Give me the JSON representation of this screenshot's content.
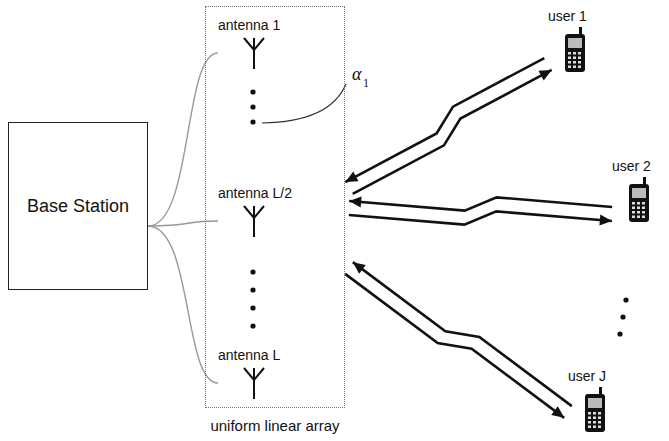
{
  "diagram": {
    "nodes": [
      {
        "text": [
          "Base Station"
        ]
      },
      {
        "text": [
          "uniform linear array"
        ]
      },
      {
        "text": [
          "antenna 1"
        ],
        "in": 1
      },
      {
        "text": [
          "antenna L/2"
        ],
        "in": 1
      },
      {
        "text": [
          "antenna L"
        ],
        "in": 1
      },
      {
        "text": [
          "user 1"
        ]
      },
      {
        "text": [
          "user 2"
        ]
      },
      {
        "text": [
          "user J"
        ]
      }
    ],
    "edges": [
      {
        "from": 0,
        "to": 2,
        "arrow": "none"
      },
      {
        "from": 0,
        "to": 3,
        "arrow": "none"
      },
      {
        "from": 0,
        "to": 4,
        "arrow": "none"
      },
      {
        "from": 5,
        "to": 1,
        "arrow": "both"
      },
      {
        "from": 6,
        "to": 1,
        "arrow": "both"
      },
      {
        "from": 7,
        "to": 1,
        "arrow": "both"
      }
    ],
    "labels": [
      "α",
      "1"
    ]
  }
}
